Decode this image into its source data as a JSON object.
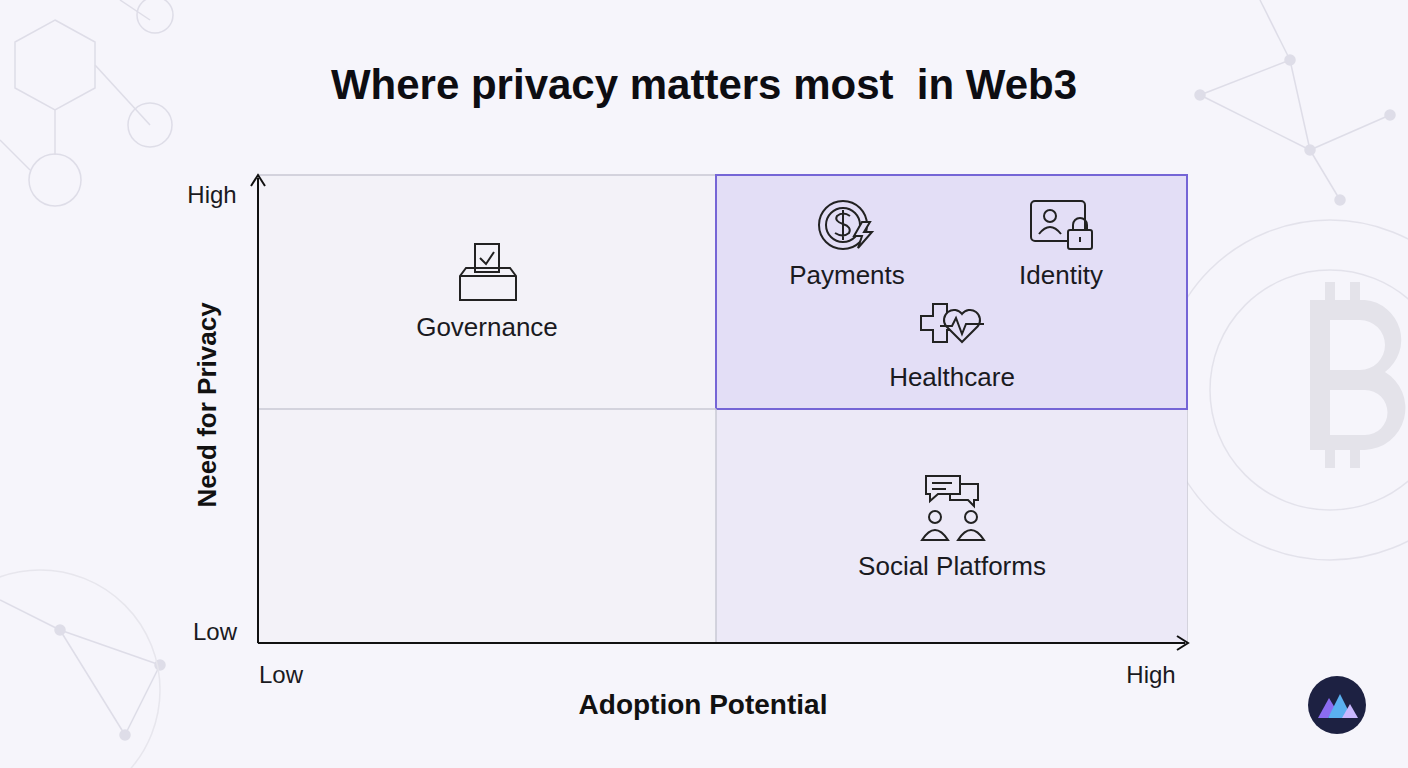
{
  "diagram": {
    "title": "Where privacy matters most  in Web3",
    "labels": [
      "High",
      "Governance",
      "Payments",
      "Identity",
      "Healthcare",
      "Need for Privacy",
      "Social Platforms",
      "Low",
      "Low",
      "High",
      "Adoption Potential"
    ]
  }
}
